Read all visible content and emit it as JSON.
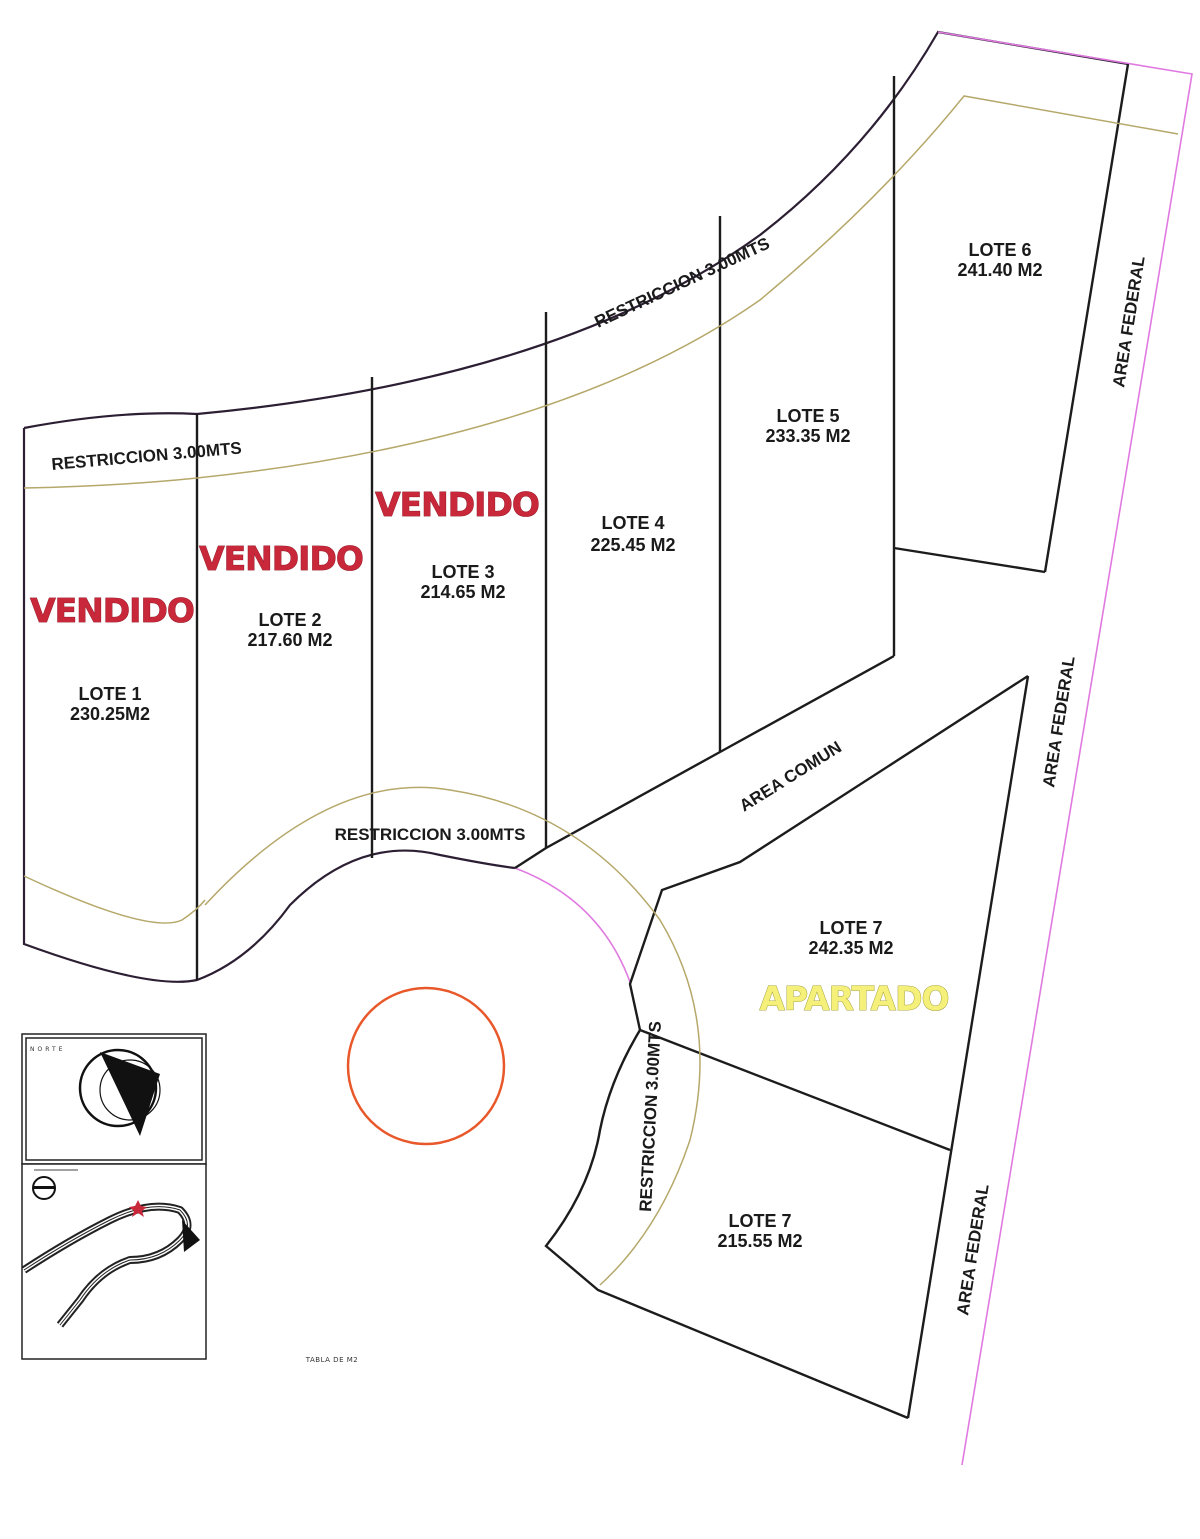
{
  "lots": [
    {
      "id": "lote1",
      "name": "LOTE 1",
      "area": "230.25M2",
      "status": "VENDIDO"
    },
    {
      "id": "lote2",
      "name": "LOTE 2",
      "area": "217.60 M2",
      "status": "VENDIDO"
    },
    {
      "id": "lote3",
      "name": "LOTE 3",
      "area": "214.65 M2",
      "status": "VENDIDO"
    },
    {
      "id": "lote4",
      "name": "LOTE 4",
      "area": "225.45 M2",
      "status": ""
    },
    {
      "id": "lote5",
      "name": "LOTE 5",
      "area": "233.35 M2",
      "status": ""
    },
    {
      "id": "lote6",
      "name": "LOTE 6",
      "area": "241.40 M2",
      "status": ""
    },
    {
      "id": "lote7a",
      "name": "LOTE 7",
      "area": "242.35 M2",
      "status": "APARTADO"
    },
    {
      "id": "lote7b",
      "name": "LOTE 7",
      "area": "215.55 M2",
      "status": ""
    }
  ],
  "labels": {
    "restriction": "RESTRICCION 3.00MTS",
    "area_comun": "AREA COMUN",
    "area_federal": "AREA FEDERAL",
    "north": "NORTE",
    "table_caption": "TABLA DE M2"
  },
  "colors": {
    "sold": "#c8283a",
    "reserved": "#f4f07a",
    "restriction_line": "#b5a86a",
    "federal_line": "#e07ae0",
    "roundabout": "#e8582a"
  }
}
